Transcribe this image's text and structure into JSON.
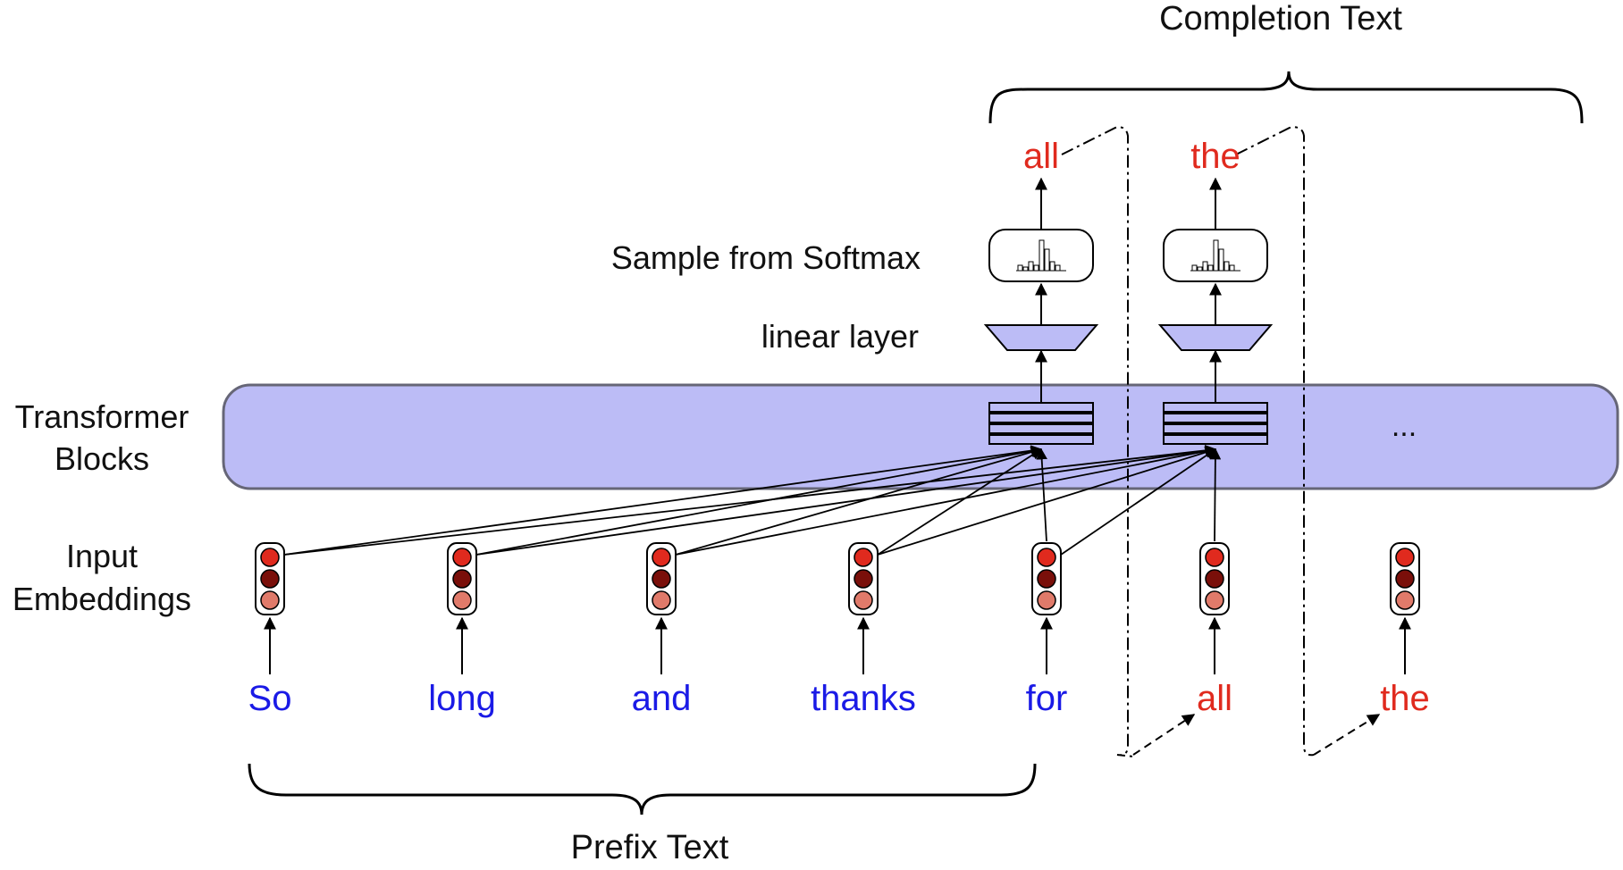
{
  "labels": {
    "completion_text": "Completion Text",
    "prefix_text": "Prefix Text",
    "sample_from_softmax": "Sample from Softmax",
    "linear_layer": "linear layer",
    "transformer_blocks_line1": "Transformer",
    "transformer_blocks_line2": "Blocks",
    "input_embeddings_line1": "Input",
    "input_embeddings_line2": "Embeddings",
    "ellipsis": "..."
  },
  "input_tokens": [
    {
      "text": "So",
      "kind": "prefix"
    },
    {
      "text": "long",
      "kind": "prefix"
    },
    {
      "text": "and",
      "kind": "prefix"
    },
    {
      "text": "thanks",
      "kind": "prefix"
    },
    {
      "text": "for",
      "kind": "prefix"
    },
    {
      "text": "all",
      "kind": "completion"
    },
    {
      "text": "the",
      "kind": "completion"
    }
  ],
  "output_tokens": [
    {
      "text": "all"
    },
    {
      "text": "the"
    }
  ],
  "colors": {
    "prefix_token": "#1a1ae6",
    "completion_token": "#e02a1e",
    "transformer_band": "#bcbcf6",
    "transformer_border": "#666677",
    "linear_layer": "#bcbcf6",
    "embedding_top": "#e02a1e",
    "embedding_middle": "#7a0f0a",
    "embedding_bottom": "#e07a6a"
  }
}
